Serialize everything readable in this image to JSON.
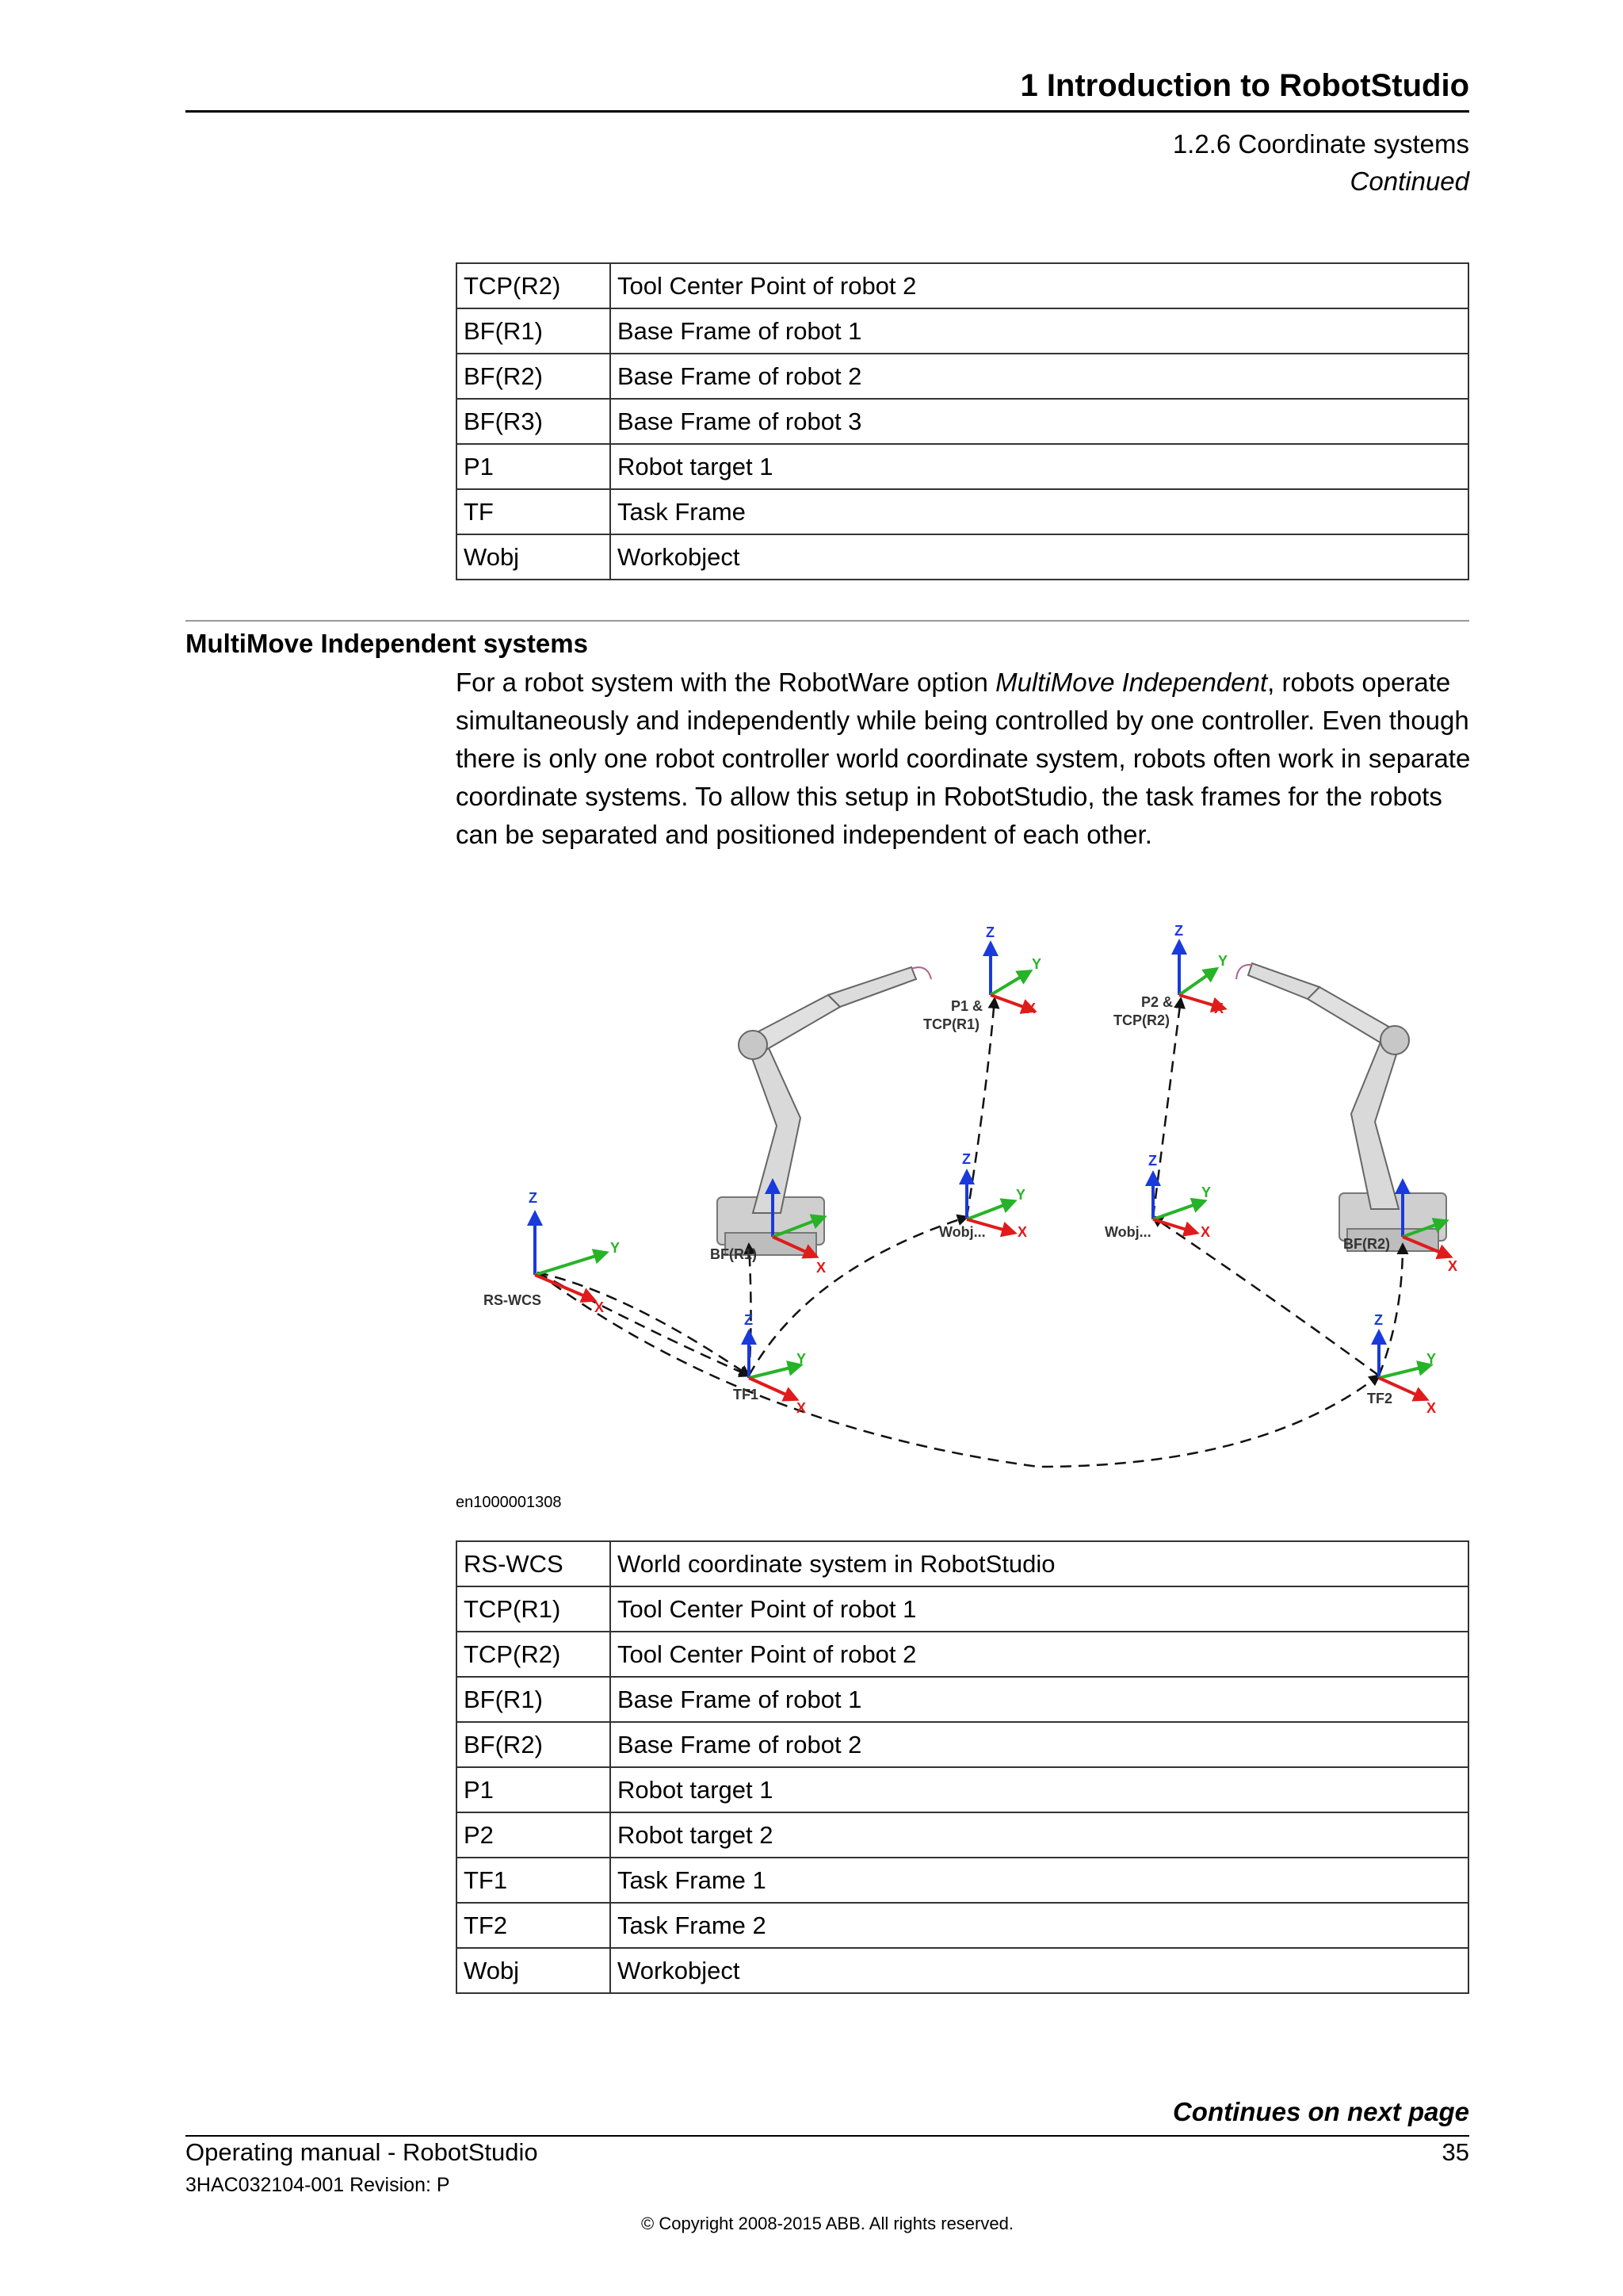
{
  "header": {
    "chapter": "1  Introduction to RobotStudio",
    "section": "1.2.6  Coordinate systems",
    "continued": "Continued"
  },
  "table1": [
    {
      "abbr": "TCP(R2)",
      "desc": "Tool Center Point of robot 2"
    },
    {
      "abbr": "BF(R1)",
      "desc": "Base Frame of robot 1"
    },
    {
      "abbr": "BF(R2)",
      "desc": "Base Frame of robot 2"
    },
    {
      "abbr": "BF(R3)",
      "desc": "Base Frame of robot 3"
    },
    {
      "abbr": "P1",
      "desc": "Robot target 1"
    },
    {
      "abbr": "TF",
      "desc": "Task Frame"
    },
    {
      "abbr": "Wobj",
      "desc": "Workobject"
    }
  ],
  "section": {
    "title": "MultiMove Independent systems",
    "para_before": "For a robot system with the RobotWare option ",
    "para_italic": "MultiMove Independent",
    "para_after": ", robots operate simultaneously and independently while being controlled by one controller. Even though there is only one robot controller world coordinate system, robots often work in separate coordinate systems. To allow this setup in RobotStudio, the task frames for the robots can be separated and positioned independent of each other."
  },
  "figure": {
    "id": "en1000001308",
    "labels": {
      "rswcs": "RS-WCS",
      "bf_r1": "BF(R1)",
      "bf_r2": "BF(R2)",
      "tf1": "TF1",
      "tf2": "TF2",
      "wobj1": "Wobj...",
      "wobj2": "Wobj...",
      "p1_a": "P1 &",
      "p1_b": "TCP(R1)",
      "p2_a": "P2 &",
      "p2_b": "TCP(R2)",
      "z": "Z",
      "y": "Y",
      "x": "X"
    },
    "colors": {
      "z_axis": "#1a3adb",
      "y_axis": "#27b327",
      "x_axis": "#e01b1b"
    }
  },
  "table2": [
    {
      "abbr": "RS-WCS",
      "desc": "World coordinate system in RobotStudio"
    },
    {
      "abbr": "TCP(R1)",
      "desc": "Tool Center Point of robot 1"
    },
    {
      "abbr": "TCP(R2)",
      "desc": "Tool Center Point of robot 2"
    },
    {
      "abbr": "BF(R1)",
      "desc": "Base Frame of robot 1"
    },
    {
      "abbr": "BF(R2)",
      "desc": "Base Frame of robot 2"
    },
    {
      "abbr": "P1",
      "desc": "Robot target 1"
    },
    {
      "abbr": "P2",
      "desc": "Robot target 2"
    },
    {
      "abbr": "TF1",
      "desc": "Task Frame 1"
    },
    {
      "abbr": "TF2",
      "desc": "Task Frame 2"
    },
    {
      "abbr": "Wobj",
      "desc": "Workobject"
    }
  ],
  "footer": {
    "continues": "Continues on next page",
    "manual": "Operating manual - RobotStudio",
    "page": "35",
    "doc_id": "3HAC032104-001 Revision: P",
    "copyright": "© Copyright 2008-2015 ABB. All rights reserved."
  }
}
